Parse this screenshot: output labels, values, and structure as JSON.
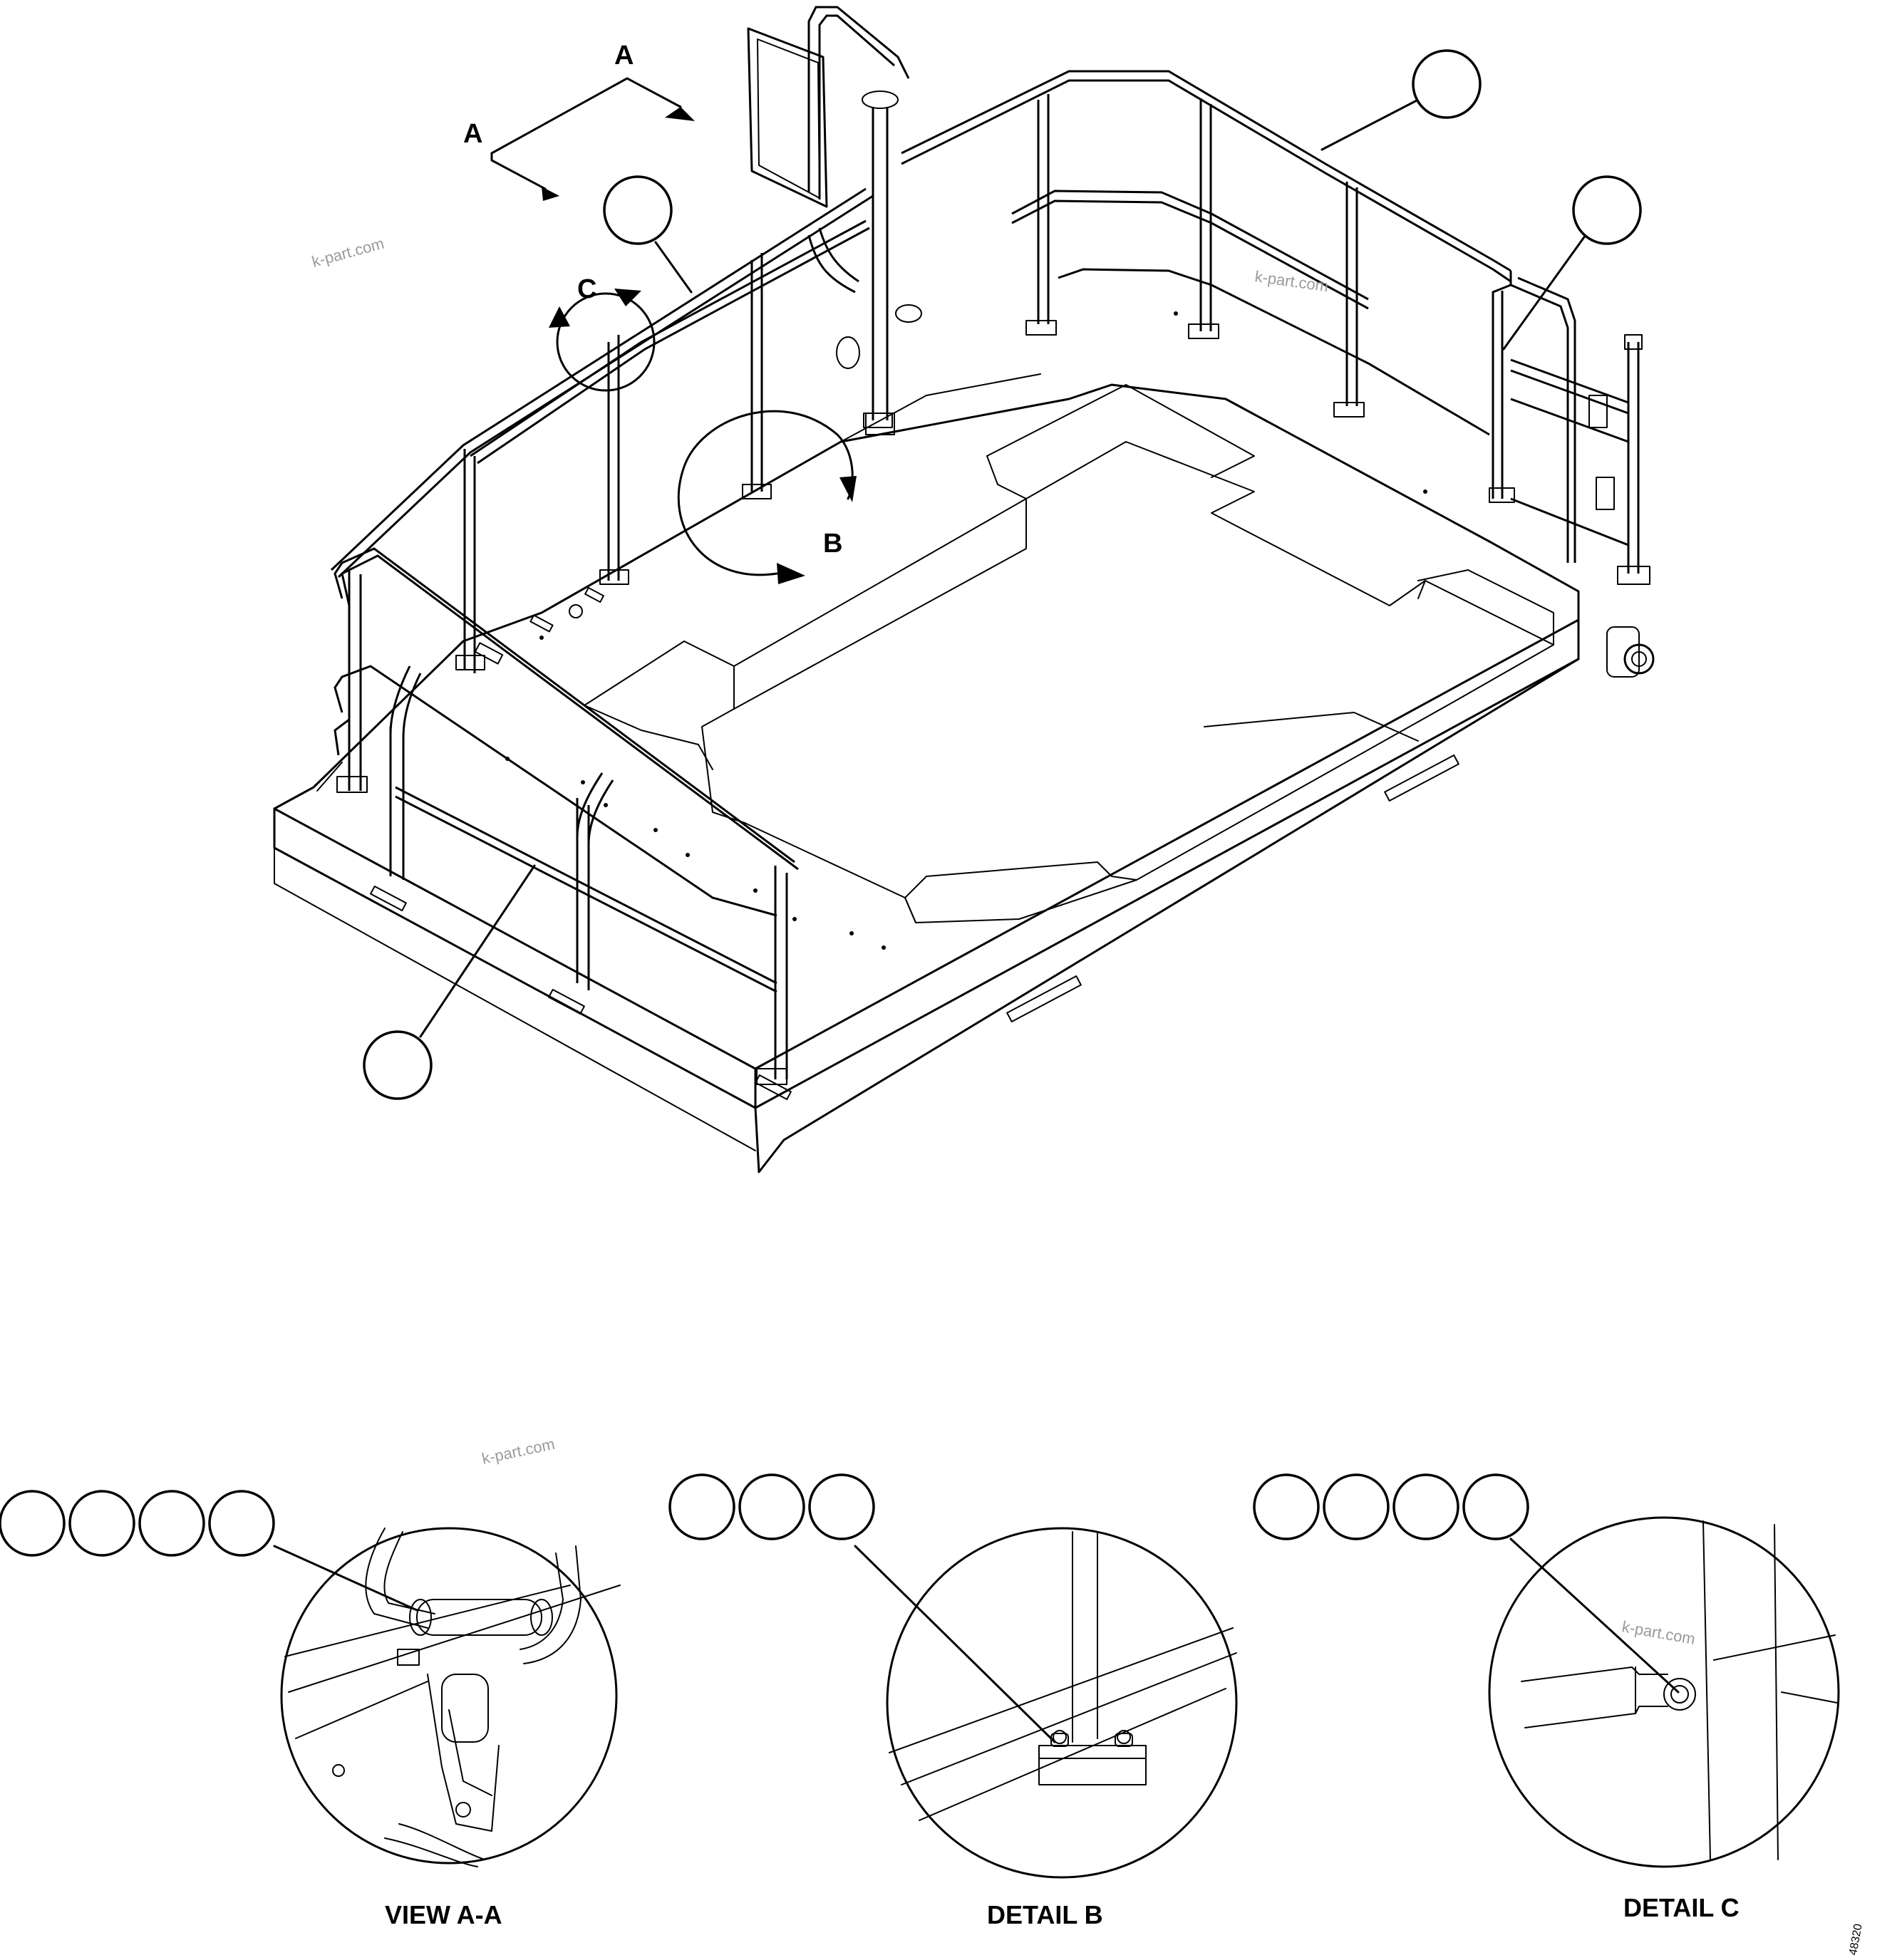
{
  "main_view": {
    "view_marker_a_top": "A",
    "view_marker_a_left": "A",
    "view_marker_b": "B",
    "view_marker_c": "C"
  },
  "detail_views": {
    "view_aa_caption": "VIEW A-A",
    "detail_b_caption": "DETAIL B",
    "detail_c_caption": "DETAIL C"
  },
  "watermarks": [
    "k-part.com",
    "k-part.com",
    "k-part.com",
    "k-part.com"
  ],
  "drawing_number": "48320"
}
